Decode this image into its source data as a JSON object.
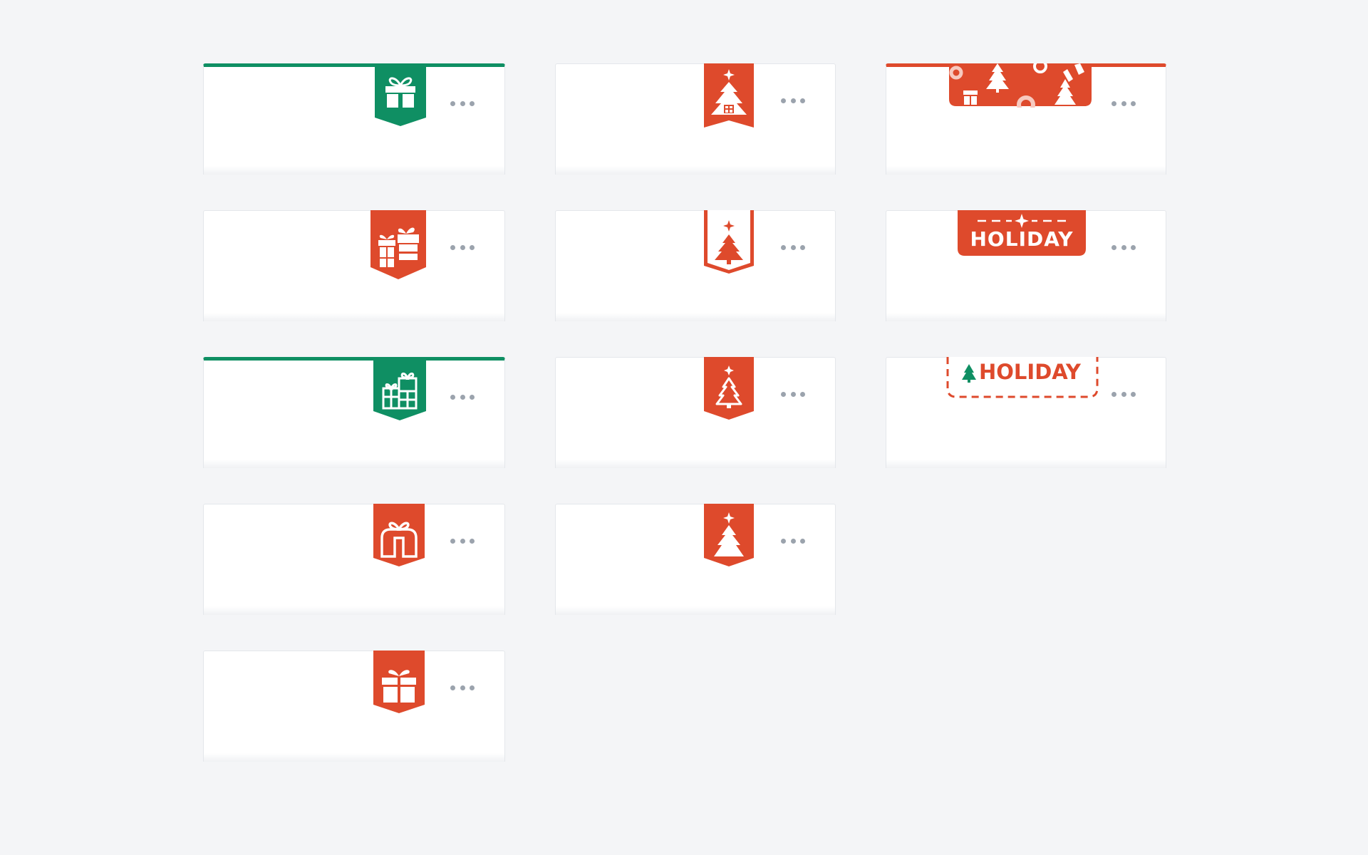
{
  "colors": {
    "background": "#f4f5f7",
    "card": "#ffffff",
    "card_border": "#e4e7eb",
    "holiday_red": "#de4a2c",
    "holiday_green": "#0f8f63",
    "menu_dots": "#9ba3ad"
  },
  "cards": [
    {
      "badge": "green-gift-ribbon",
      "icon": "gift-icon",
      "top_stripe": "green"
    },
    {
      "badge": "red-tree-ribbon",
      "icon": "christmas-tree-with-gift-icon",
      "top_stripe": "none"
    },
    {
      "badge": "red-pattern-banner",
      "icon": "holiday-pattern-icon",
      "top_stripe": "red"
    },
    {
      "badge": "red-gifts-ribbon",
      "icon": "gifts-icon",
      "top_stripe": "none"
    },
    {
      "badge": "outlined-tree-ribbon",
      "icon": "christmas-tree-icon",
      "top_stripe": "none"
    },
    {
      "badge": "red-holiday-label",
      "icon": "sparkle-icon",
      "label": "HOLIDAY",
      "top_stripe": "none"
    },
    {
      "badge": "green-gifts-ribbon",
      "icon": "gifts-outline-icon",
      "top_stripe": "green"
    },
    {
      "badge": "red-tree-outline-ribbon",
      "icon": "christmas-tree-outline-icon",
      "top_stripe": "none"
    },
    {
      "badge": "dashed-holiday-label",
      "icon": "christmas-tree-icon",
      "label": "HOLIDAY",
      "top_stripe": "none"
    },
    {
      "badge": "red-gift-outline-ribbon",
      "icon": "gift-outline-icon",
      "top_stripe": "none"
    },
    {
      "badge": "red-tree-ribbon",
      "icon": "christmas-tree-icon",
      "top_stripe": "none"
    },
    {
      "badge": "red-gift-ribbon",
      "icon": "gift-icon",
      "top_stripe": "none"
    }
  ],
  "menu": {
    "icon": "more-horizontal-icon"
  }
}
